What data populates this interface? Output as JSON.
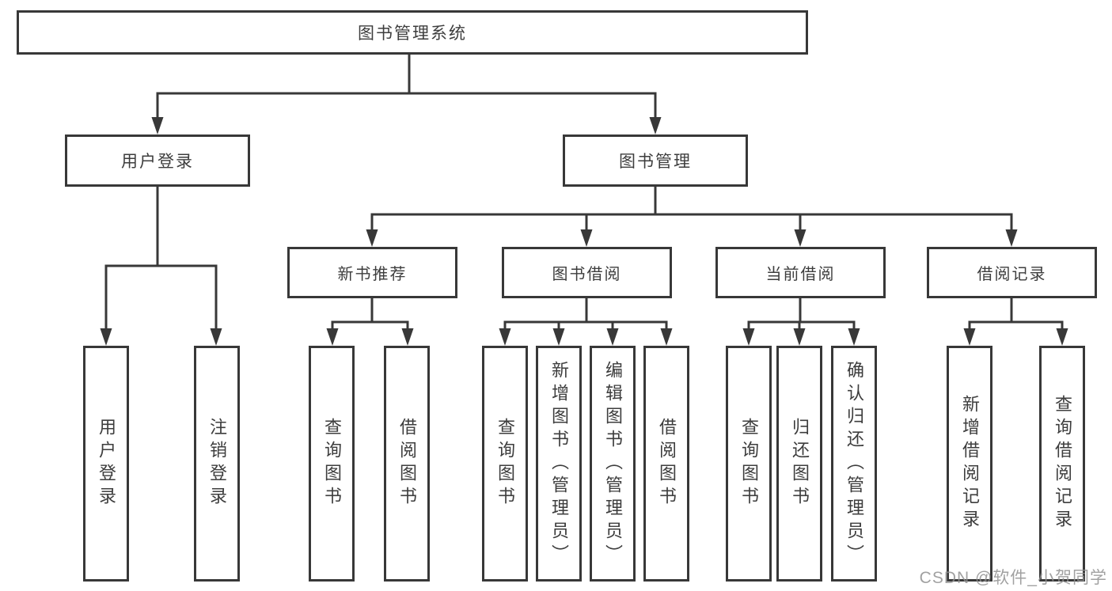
{
  "diagram": {
    "title_node": {
      "label": "图书管理系统"
    },
    "root": {
      "label": "图书管理系统"
    },
    "level2": [
      {
        "label": "用户登录"
      },
      {
        "label": "图书管理"
      }
    ],
    "level3": [
      {
        "label": "新书推荐"
      },
      {
        "label": "图书借阅"
      },
      {
        "label": "当前借阅"
      },
      {
        "label": "借阅记录"
      }
    ],
    "leaves": [
      {
        "label": "用户登录"
      },
      {
        "label": "注销登录"
      },
      {
        "label": "查询图书"
      },
      {
        "label": "借阅图书"
      },
      {
        "label": "查询图书"
      },
      {
        "label": "新增图书（管理员）"
      },
      {
        "label": "编辑图书（管理员）"
      },
      {
        "label": "借阅图书"
      },
      {
        "label": "查询图书"
      },
      {
        "label": "归还图书"
      },
      {
        "label": "确认归还（管理员）"
      },
      {
        "label": "新增借阅记录"
      },
      {
        "label": "查询借阅记录"
      }
    ]
  },
  "watermark": {
    "text": "CSDN @软件_小贺同学"
  },
  "colors": {
    "line": "#383838",
    "text": "#3d3d3d",
    "background": "#ffffff",
    "watermark": "#919191"
  }
}
